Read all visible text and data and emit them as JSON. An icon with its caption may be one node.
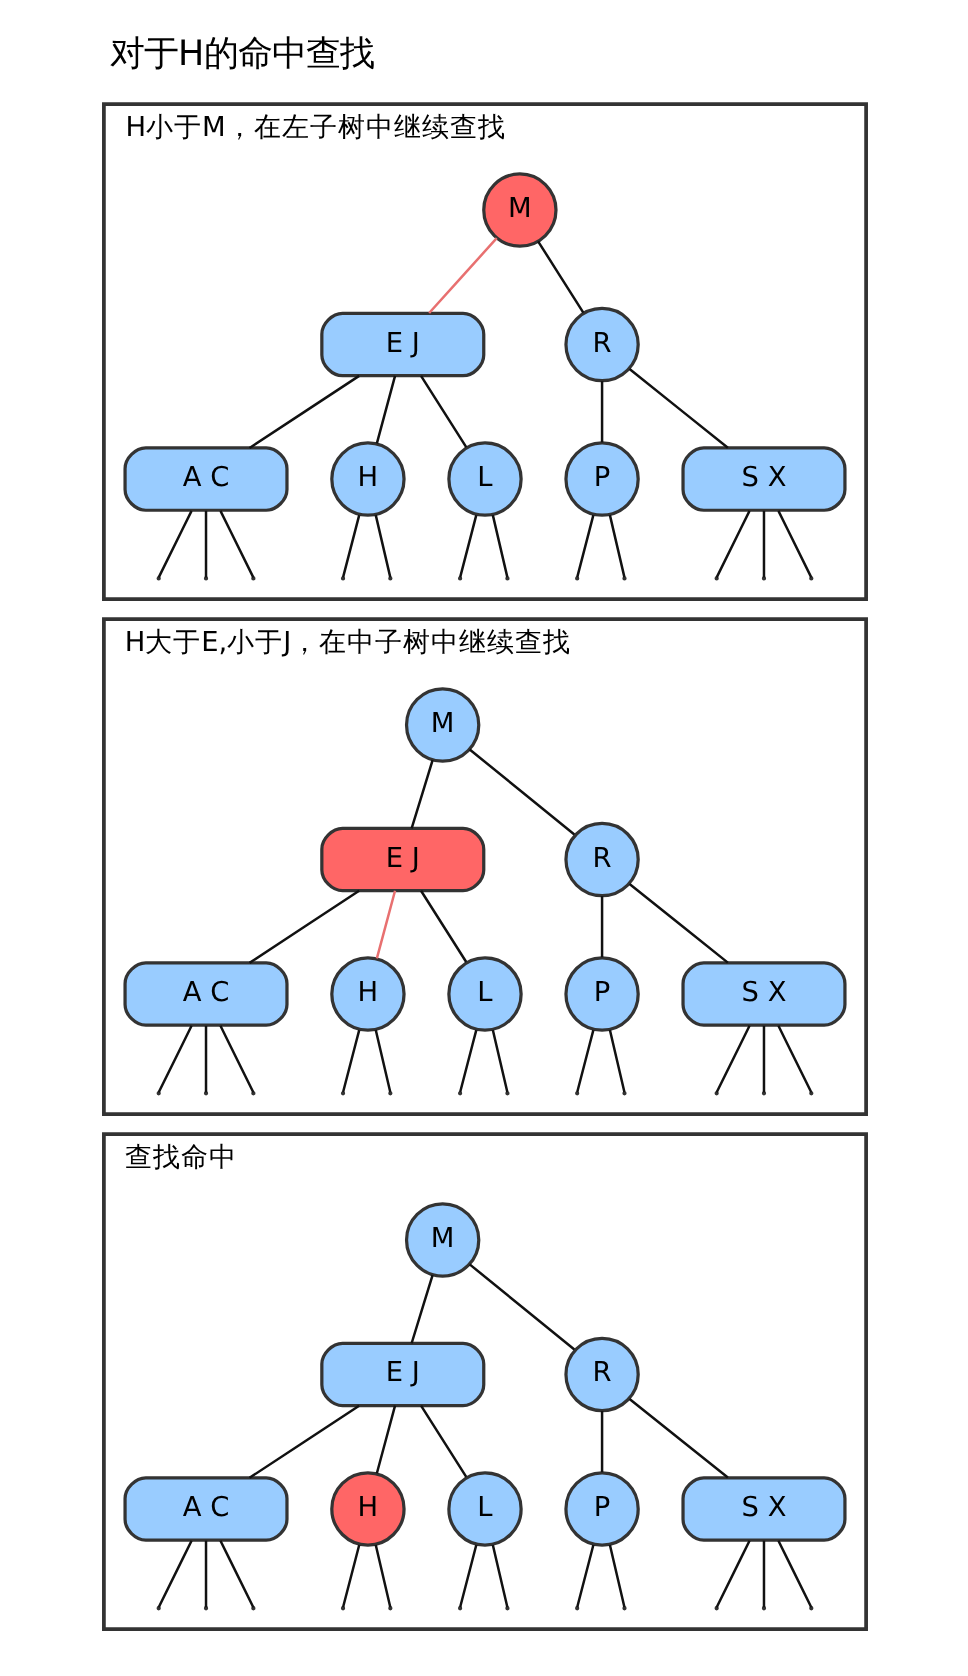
{
  "diagram": {
    "title": "对于H的命中查找",
    "nodes": [
      {
        "text": [
          "H小于M，在左子树中继续查找"
        ]
      },
      {
        "text": [
          "M"
        ],
        "in": 0
      },
      {
        "text": [
          "E J"
        ],
        "in": 0
      },
      {
        "text": [
          "R"
        ],
        "in": 0
      },
      {
        "text": [
          "A C"
        ],
        "in": 0
      },
      {
        "text": [
          "H"
        ],
        "in": 0
      },
      {
        "text": [
          "L"
        ],
        "in": 0
      },
      {
        "text": [
          "P"
        ],
        "in": 0
      },
      {
        "text": [
          "S X"
        ],
        "in": 0
      },
      {
        "text": [
          "H大于E,小于J，在中子树中继续查找"
        ]
      },
      {
        "text": [
          "M"
        ],
        "in": 9
      },
      {
        "text": [
          "E J"
        ],
        "in": 9
      },
      {
        "text": [
          "R"
        ],
        "in": 9
      },
      {
        "text": [
          "A C"
        ],
        "in": 9
      },
      {
        "text": [
          "H"
        ],
        "in": 9
      },
      {
        "text": [
          "L"
        ],
        "in": 9
      },
      {
        "text": [
          "P"
        ],
        "in": 9
      },
      {
        "text": [
          "S X"
        ],
        "in": 9
      },
      {
        "text": [
          "查找命中"
        ]
      },
      {
        "text": [
          "M"
        ],
        "in": 18
      },
      {
        "text": [
          "E J"
        ],
        "in": 18
      },
      {
        "text": [
          "R"
        ],
        "in": 18
      },
      {
        "text": [
          "A C"
        ],
        "in": 18
      },
      {
        "text": [
          "H"
        ],
        "in": 18
      },
      {
        "text": [
          "L"
        ],
        "in": 18
      },
      {
        "text": [
          "P"
        ],
        "in": 18
      },
      {
        "text": [
          "S X"
        ],
        "in": 18
      }
    ],
    "edges": [
      {
        "from": 1,
        "to": 2,
        "arrow": "none",
        "color": "#e87070"
      },
      {
        "from": 1,
        "to": 3,
        "arrow": "none"
      },
      {
        "from": 2,
        "to": 4,
        "arrow": "none"
      },
      {
        "from": 2,
        "to": 5,
        "arrow": "none"
      },
      {
        "from": 2,
        "to": 6,
        "arrow": "none"
      },
      {
        "from": 3,
        "to": 7,
        "arrow": "none"
      },
      {
        "from": 3,
        "to": 8,
        "arrow": "none"
      },
      {
        "from": 4,
        "to": null,
        "arrow": "none"
      },
      {
        "from": 4,
        "to": null,
        "arrow": "none"
      },
      {
        "from": 4,
        "to": null,
        "arrow": "none"
      },
      {
        "from": 5,
        "to": null,
        "arrow": "none"
      },
      {
        "from": 5,
        "to": null,
        "arrow": "none"
      },
      {
        "from": 6,
        "to": null,
        "arrow": "none"
      },
      {
        "from": 6,
        "to": null,
        "arrow": "none"
      },
      {
        "from": 7,
        "to": null,
        "arrow": "none"
      },
      {
        "from": 7,
        "to": null,
        "arrow": "none"
      },
      {
        "from": 8,
        "to": null,
        "arrow": "none"
      },
      {
        "from": 8,
        "to": null,
        "arrow": "none"
      },
      {
        "from": 8,
        "to": null,
        "arrow": "none"
      },
      {
        "from": 10,
        "to": 11,
        "arrow": "none"
      },
      {
        "from": 10,
        "to": 12,
        "arrow": "none"
      },
      {
        "from": 11,
        "to": 13,
        "arrow": "none"
      },
      {
        "from": 11,
        "to": 14,
        "arrow": "none",
        "color": "#e87070"
      },
      {
        "from": 11,
        "to": 15,
        "arrow": "none"
      },
      {
        "from": 12,
        "to": 16,
        "arrow": "none"
      },
      {
        "from": 12,
        "to": 17,
        "arrow": "none"
      },
      {
        "from": 13,
        "to": null,
        "arrow": "none"
      },
      {
        "from": 13,
        "to": null,
        "arrow": "none"
      },
      {
        "from": 13,
        "to": null,
        "arrow": "none"
      },
      {
        "from": 14,
        "to": null,
        "arrow": "none"
      },
      {
        "from": 14,
        "to": null,
        "arrow": "none"
      },
      {
        "from": 15,
        "to": null,
        "arrow": "none"
      },
      {
        "from": 15,
        "to": null,
        "arrow": "none"
      },
      {
        "from": 16,
        "to": null,
        "arrow": "none"
      },
      {
        "from": 16,
        "to": null,
        "arrow": "none"
      },
      {
        "from": 17,
        "to": null,
        "arrow": "none"
      },
      {
        "from": 17,
        "to": null,
        "arrow": "none"
      },
      {
        "from": 17,
        "to": null,
        "arrow": "none"
      },
      {
        "from": 19,
        "to": 20,
        "arrow": "none"
      },
      {
        "from": 19,
        "to": 21,
        "arrow": "none"
      },
      {
        "from": 20,
        "to": 22,
        "arrow": "none"
      },
      {
        "from": 20,
        "to": 23,
        "arrow": "none"
      },
      {
        "from": 20,
        "to": 24,
        "arrow": "none"
      },
      {
        "from": 21,
        "to": 25,
        "arrow": "none"
      },
      {
        "from": 21,
        "to": 26,
        "arrow": "none"
      },
      {
        "from": 22,
        "to": null,
        "arrow": "none"
      },
      {
        "from": 22,
        "to": null,
        "arrow": "none"
      },
      {
        "from": 22,
        "to": null,
        "arrow": "none"
      },
      {
        "from": 23,
        "to": null,
        "arrow": "none"
      },
      {
        "from": 23,
        "to": null,
        "arrow": "none"
      },
      {
        "from": 24,
        "to": null,
        "arrow": "none"
      },
      {
        "from": 24,
        "to": null,
        "arrow": "none"
      },
      {
        "from": 25,
        "to": null,
        "arrow": "none"
      },
      {
        "from": 25,
        "to": null,
        "arrow": "none"
      },
      {
        "from": 26,
        "to": null,
        "arrow": "none"
      },
      {
        "from": 26,
        "to": null,
        "arrow": "none"
      },
      {
        "from": 26,
        "to": null,
        "arrow": "none"
      }
    ]
  }
}
